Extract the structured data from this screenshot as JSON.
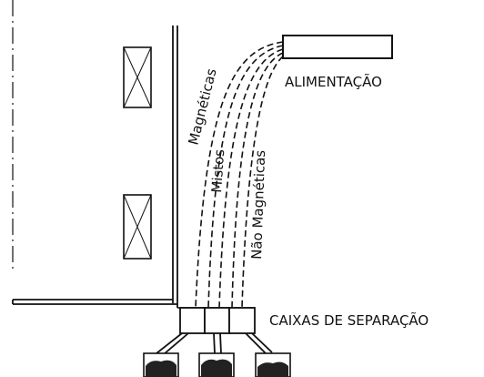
{
  "diagram": {
    "feed_label": "ALIMENTAÇÃO",
    "boxes_label": "CAIXAS DE SEPARAÇÃO",
    "streams": {
      "magnetic": "Magnéticas",
      "mixed": "Mistos",
      "non_magnetic": "Não Magnéticas"
    }
  }
}
